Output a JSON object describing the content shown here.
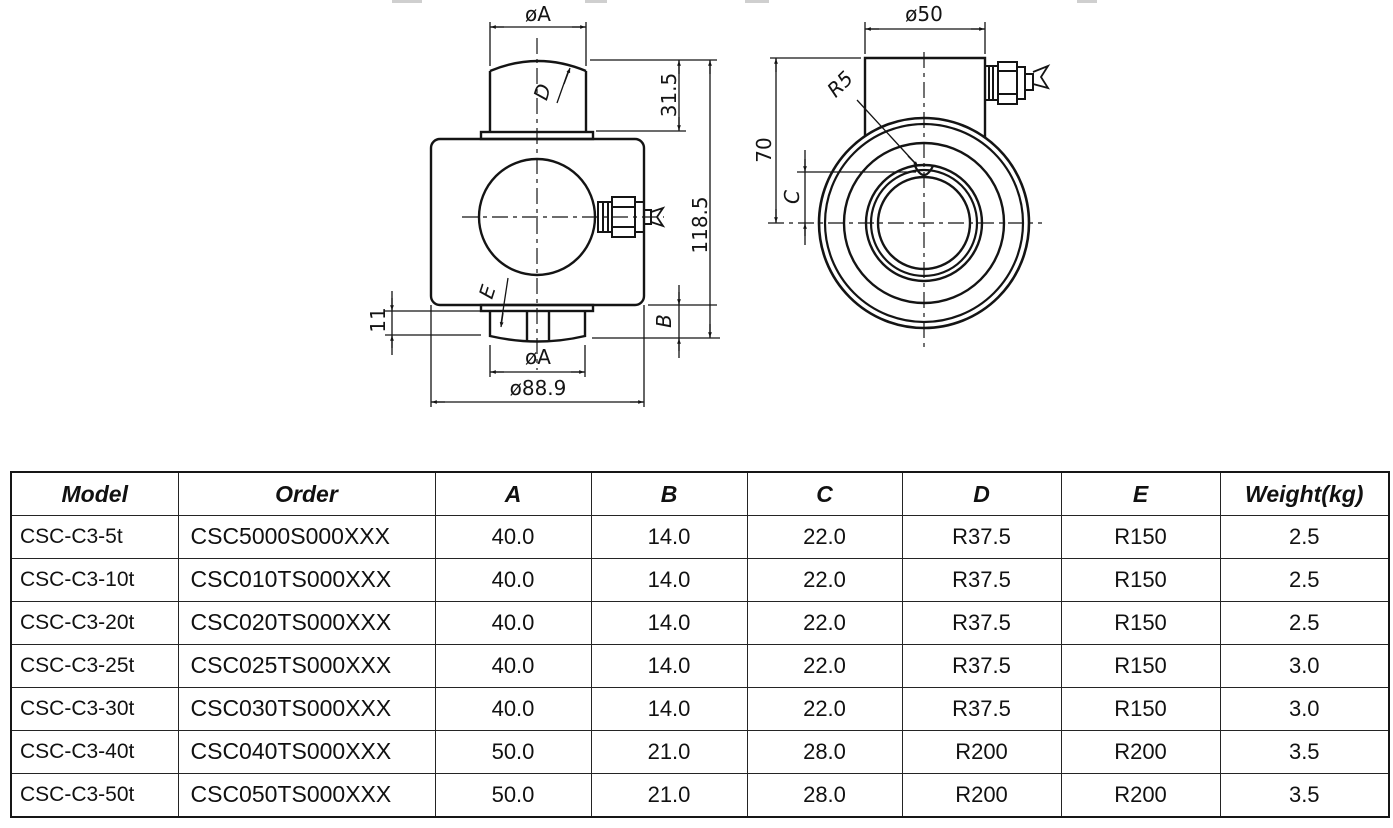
{
  "drawing": {
    "front_view": {
      "dim_top_diameter": "øA",
      "dim_cap_height": "31.5",
      "dim_total_height": "118.5",
      "dim_boss_height_left": "11",
      "dim_boss_height_right": "B",
      "dim_bottom_diameter": "øA",
      "dim_base_diameter": "ø88.9",
      "label_sphere_radius": "D",
      "label_bottom_radius": "E"
    },
    "side_view": {
      "dim_top_width": "ø50",
      "dim_height": "70",
      "dim_groove_offset": "C",
      "label_notch_radius": "R5"
    },
    "line_color": "#141414"
  },
  "table": {
    "headers": [
      "Model",
      "Order",
      "A",
      "B",
      "C",
      "D",
      "E",
      "Weight(kg)"
    ],
    "rows": [
      [
        "CSC-C3-5t",
        "CSC5000S000XXX",
        "40.0",
        "14.0",
        "22.0",
        "R37.5",
        "R150",
        "2.5"
      ],
      [
        "CSC-C3-10t",
        "CSC010TS000XXX",
        "40.0",
        "14.0",
        "22.0",
        "R37.5",
        "R150",
        "2.5"
      ],
      [
        "CSC-C3-20t",
        "CSC020TS000XXX",
        "40.0",
        "14.0",
        "22.0",
        "R37.5",
        "R150",
        "2.5"
      ],
      [
        "CSC-C3-25t",
        "CSC025TS000XXX",
        "40.0",
        "14.0",
        "22.0",
        "R37.5",
        "R150",
        "3.0"
      ],
      [
        "CSC-C3-30t",
        "CSC030TS000XXX",
        "40.0",
        "14.0",
        "22.0",
        "R37.5",
        "R150",
        "3.0"
      ],
      [
        "CSC-C3-40t",
        "CSC040TS000XXX",
        "50.0",
        "21.0",
        "28.0",
        "R200",
        "R200",
        "3.5"
      ],
      [
        "CSC-C3-50t",
        "CSC050TS000XXX",
        "50.0",
        "21.0",
        "28.0",
        "R200",
        "R200",
        "3.5"
      ]
    ]
  }
}
